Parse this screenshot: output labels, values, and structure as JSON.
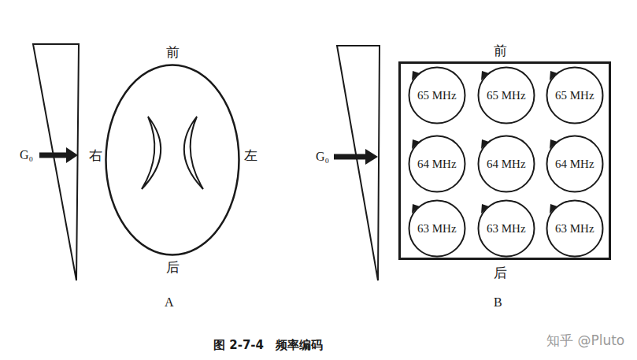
{
  "diagram": {
    "caption": "图 2-7-4　频率编码",
    "nodes": [
      {
        "text": [
          "前",
          "右",
          "左",
          "后"
        ]
      },
      {
        "text": [
          "前",
          "后"
        ]
      },
      {
        "text": [
          "65 MHz"
        ],
        "in": 1
      },
      {
        "text": [
          "65 MHz"
        ],
        "in": 1
      },
      {
        "text": [
          "65 MHz"
        ],
        "in": 1
      },
      {
        "text": [
          "64 MHz"
        ],
        "in": 1
      },
      {
        "text": [
          "64 MHz"
        ],
        "in": 1
      },
      {
        "text": [
          "64 MHz"
        ],
        "in": 1
      },
      {
        "text": [
          "63 MHz"
        ],
        "in": 1
      },
      {
        "text": [
          "63 MHz"
        ],
        "in": 1
      },
      {
        "text": [
          "63 MHz"
        ],
        "in": 1
      }
    ],
    "labels": [
      "G₀",
      "G₀",
      "A",
      "B",
      "知乎 @Pluto"
    ]
  }
}
